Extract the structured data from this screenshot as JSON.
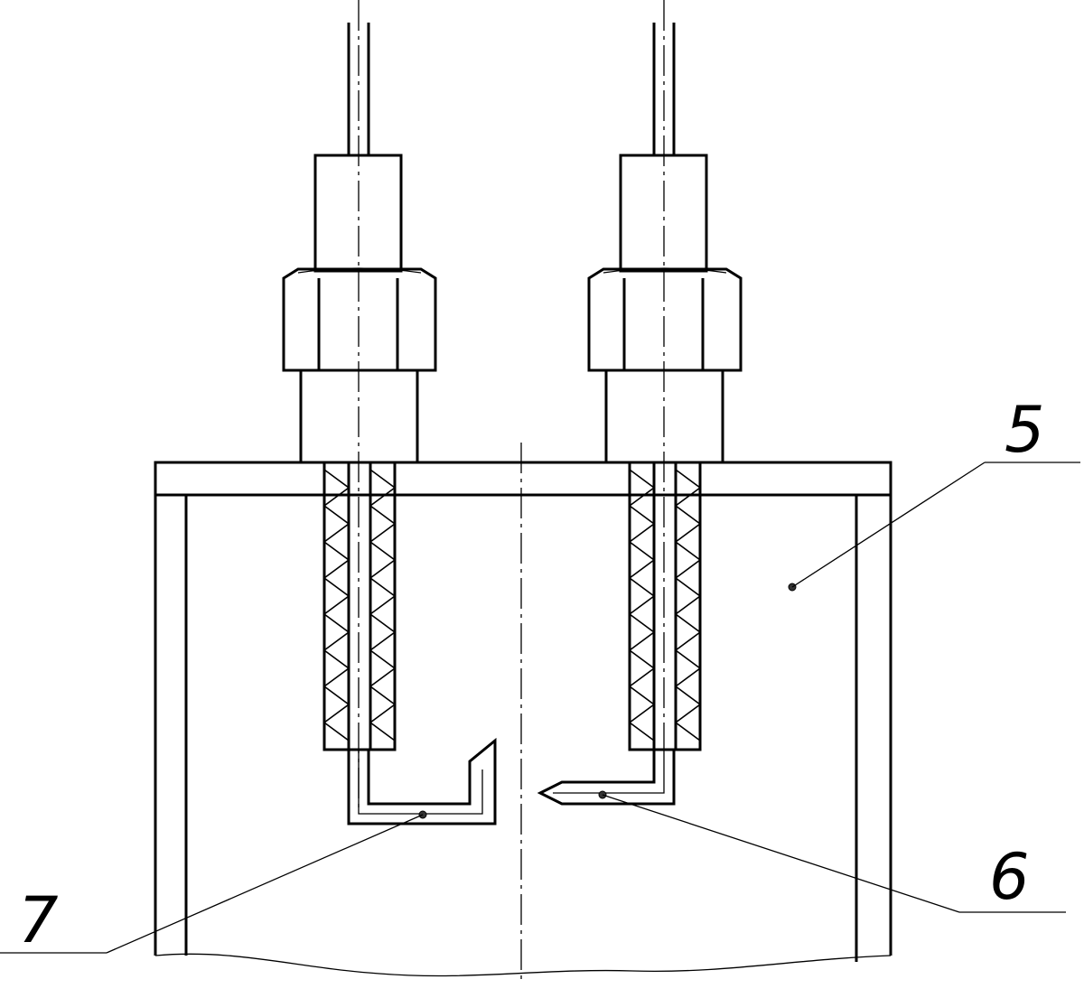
{
  "figure": {
    "callouts": [
      {
        "id": "5",
        "label": "5"
      },
      {
        "id": "6",
        "label": "6"
      },
      {
        "id": "7",
        "label": "7"
      }
    ]
  }
}
